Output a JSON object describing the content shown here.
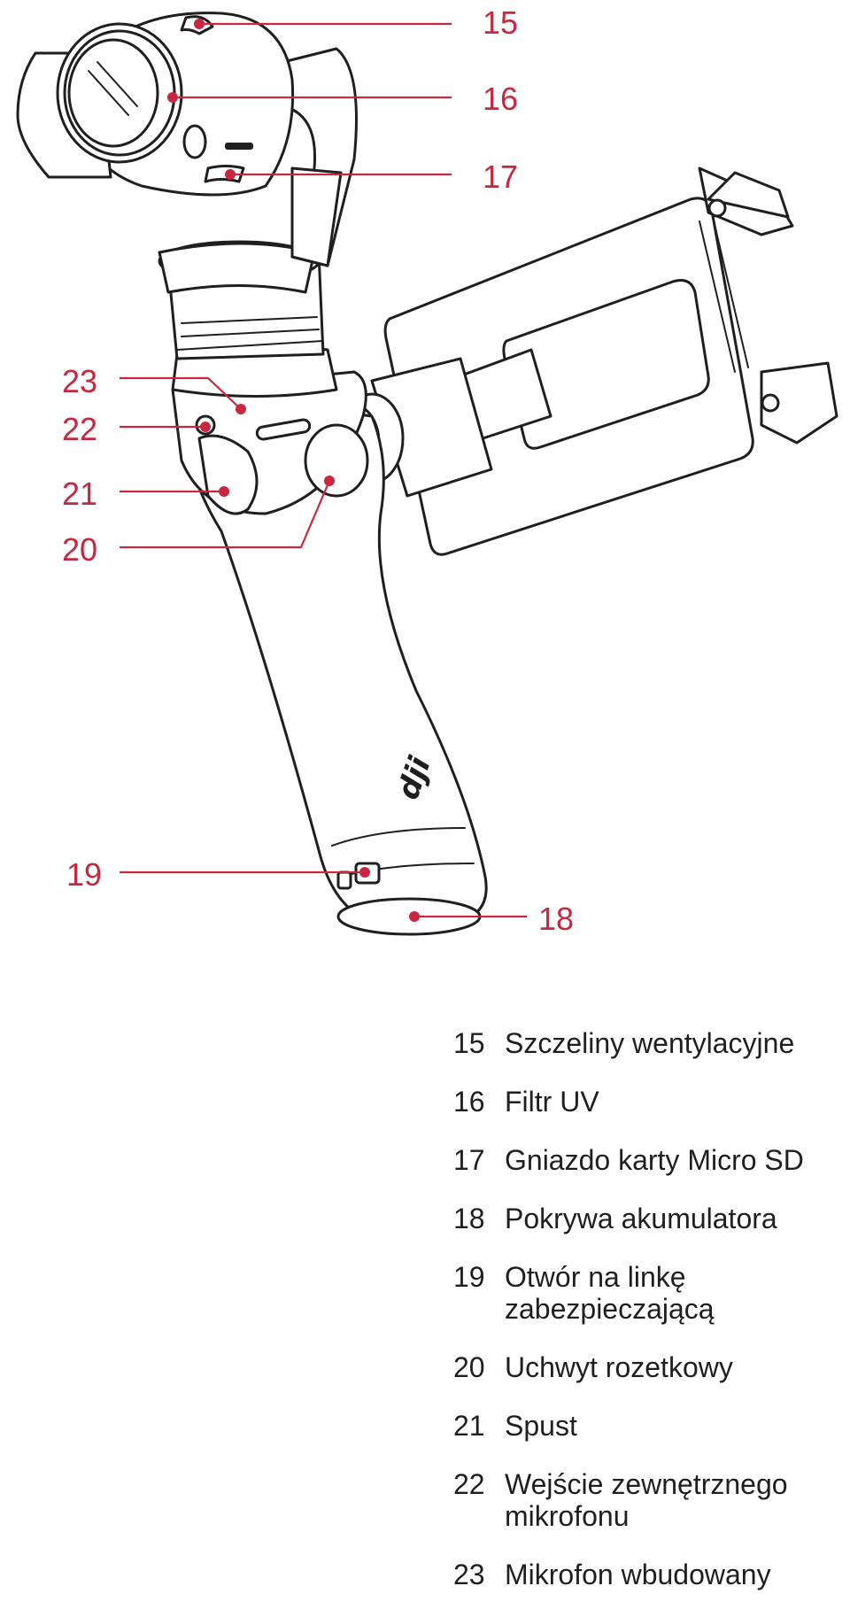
{
  "callouts": {
    "c15": "15",
    "c16": "16",
    "c17": "17",
    "c18": "18",
    "c19": "19",
    "c20": "20",
    "c21": "21",
    "c22": "22",
    "c23": "23"
  },
  "logo_text": "dji",
  "legend": [
    {
      "num": "15",
      "text": "Szczeliny wentylacyjne"
    },
    {
      "num": "16",
      "text": "Filtr UV"
    },
    {
      "num": "17",
      "text": "Gniazdo karty Micro SD"
    },
    {
      "num": "18",
      "text": "Pokrywa akumulatora"
    },
    {
      "num": "19",
      "text": "Otwór na linkę\nzabezpieczającą"
    },
    {
      "num": "20",
      "text": "Uchwyt rozetkowy"
    },
    {
      "num": "21",
      "text": "Spust"
    },
    {
      "num": "22",
      "text": "Wejście zewnętrznego\nmikrofonu"
    },
    {
      "num": "23",
      "text": "Mikrofon wbudowany"
    }
  ],
  "colors": {
    "accent": "#c8283f",
    "ink": "#1f1f1f"
  }
}
